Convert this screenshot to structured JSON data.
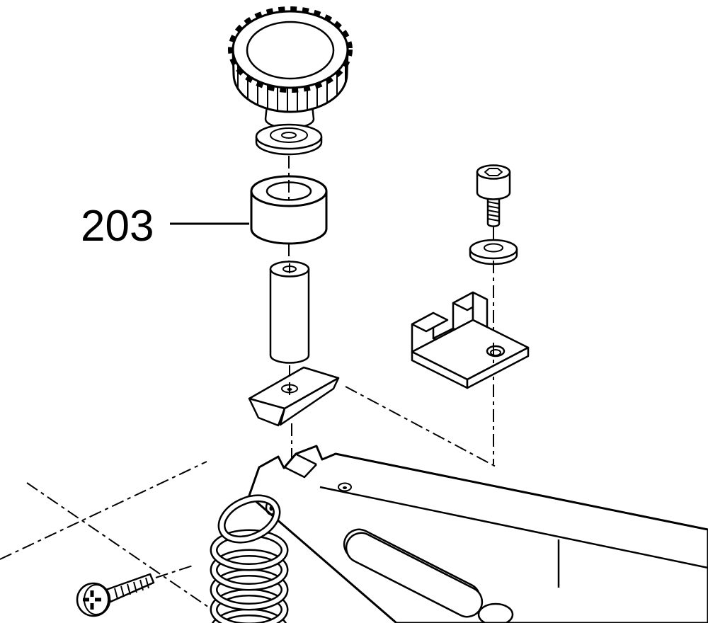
{
  "colors": {
    "background": "#ffffff",
    "line": "#000000"
  },
  "diagram": {
    "type": "exploded-parts-diagram",
    "labels": {
      "part_203": "203"
    },
    "parts": [
      {
        "name": "knurled-thumb-knob"
      },
      {
        "name": "flat-washer-top"
      },
      {
        "name": "bushing-203"
      },
      {
        "name": "cylindrical-pin"
      },
      {
        "name": "wedge-block"
      },
      {
        "name": "socket-head-cap-screw"
      },
      {
        "name": "flat-washer-right"
      },
      {
        "name": "clamp-bracket"
      },
      {
        "name": "arm-assembly"
      },
      {
        "name": "coil-spring"
      },
      {
        "name": "phillips-pan-head-screw"
      }
    ]
  }
}
